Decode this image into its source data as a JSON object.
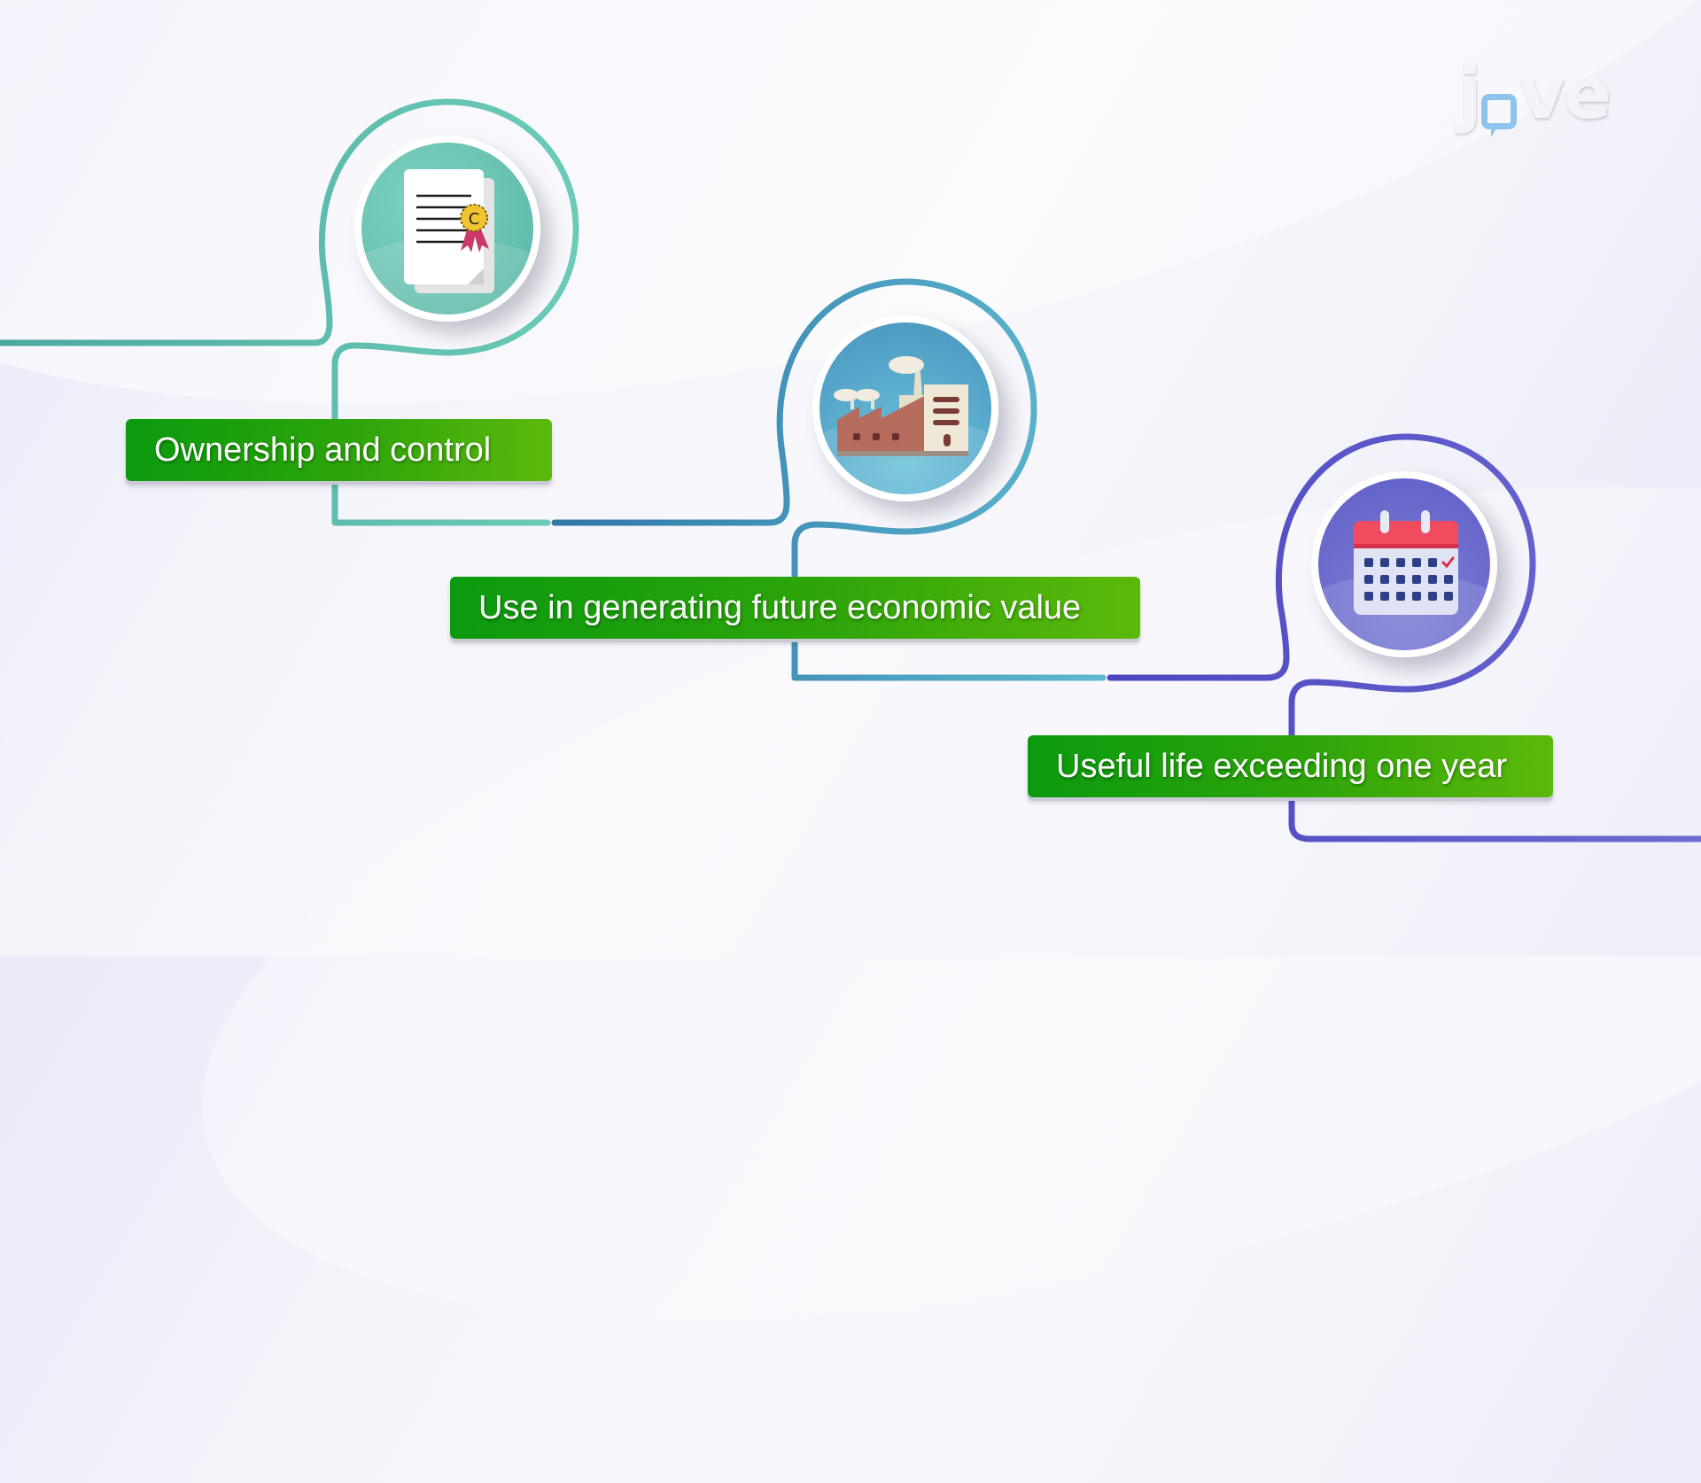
{
  "brand": {
    "logo_text_left": "j",
    "logo_text_right": "ve",
    "logo_accent": "#8ec3ee"
  },
  "steps": [
    {
      "label": "Ownership and control",
      "icon": "certificate-document-icon",
      "color": "#5dbfae",
      "circle_color": "#6cc7b5"
    },
    {
      "label": "Use in generating future economic value",
      "icon": "factory-icon",
      "color": "#3f8fb8",
      "circle_color": "#4f9fc4"
    },
    {
      "label": "Useful life exceeding one year",
      "icon": "calendar-icon",
      "color": "#5552c2",
      "circle_color": "#6766cc"
    }
  ],
  "colors": {
    "label_green_start": "#0b9a0e",
    "label_green_end": "#5cb90b",
    "background": "#f4f4fb"
  }
}
